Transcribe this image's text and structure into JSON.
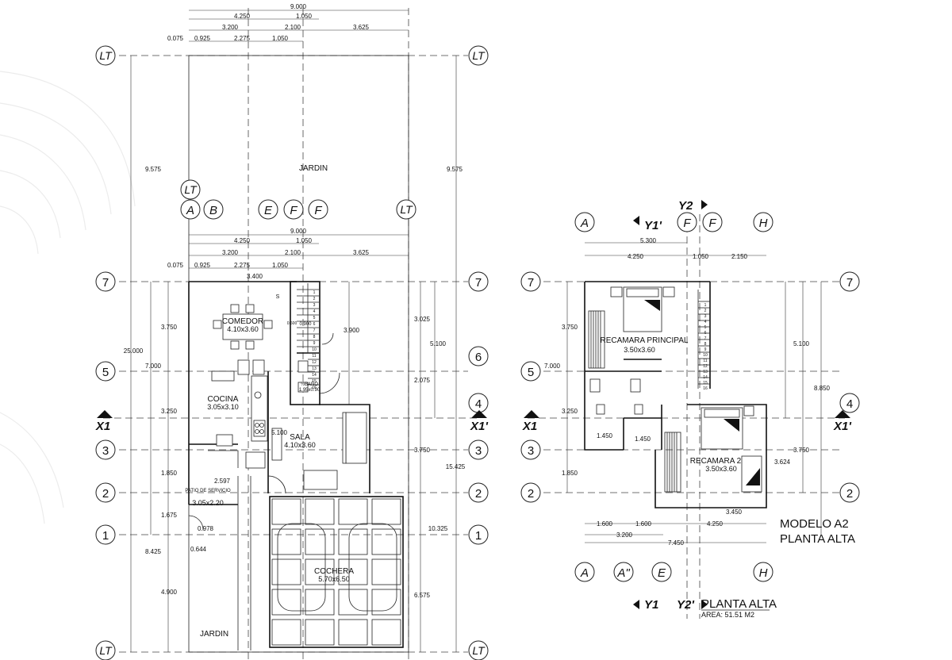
{
  "rooms": {
    "jardin_top": "JARDIN",
    "comedor": "COMEDOR",
    "comedor_size": "4.10x3.60",
    "cocina": "COCINA",
    "cocina_size": "3.05x3.10",
    "sala": "SALA",
    "sala_size": "4.10x3.60",
    "bano": "½BAÑO",
    "bano_size": "1.95x0.90",
    "patio": "PATIO DE SERVICIO",
    "patio_size": "3.05x2.20",
    "cochera": "COCHERA",
    "cochera_size": "5.70x6.50",
    "jardin_bottom": "JARDIN",
    "recamara_principal": "RECAMARA PRINCIPAL",
    "recamara_principal_size": "3.50x3.60",
    "recamara2": "RECAMARA 2",
    "recamara2_size": "3.50x3.60"
  },
  "axes": {
    "lt": "LT",
    "a": "A",
    "a2": "A\"",
    "b": "B",
    "e": "E",
    "f": "F",
    "h": "H",
    "n1": "1",
    "n2": "2",
    "n3": "3",
    "n4": "4",
    "n5": "5",
    "n6": "6",
    "n7": "7",
    "x1": "X1",
    "x1p": "X1'",
    "y1": "Y1",
    "y1p": "Y1'",
    "y2": "Y2",
    "y2p": "Y2'"
  },
  "dims": {
    "d9000": "9.000",
    "d4250": "4.250",
    "d1050": "1.050",
    "d3200": "3.200",
    "d2100": "2.100",
    "d3625": "3.625",
    "d0075": "0.075",
    "d0925": "0.925",
    "d2275": "2.275",
    "d9575": "9.575",
    "d3400": "3.400",
    "d3750": "3.750",
    "d25000": "25.000",
    "d7000": "7.000",
    "d3250": "3.250",
    "d1850": "1.850",
    "d1675": "1.675",
    "d8425": "8.425",
    "d4900": "4.900",
    "d3900": "3.900",
    "d3025": "3.025",
    "d5100": "5.100",
    "d2075": "2.075",
    "d15425": "15.425",
    "d10325": "10.325",
    "d6575": "6.575",
    "d2597": "2.597",
    "d0978": "0.978",
    "d0644": "0.644",
    "d5300": "5.300",
    "d2150": "2.150",
    "d8850": "8.850",
    "d1450": "1.450",
    "d3624": "3.624",
    "d3450": "3.450",
    "d1600": "1.600",
    "d7450": "7.450",
    "d0600": "0.600",
    "d0900": "0.900"
  },
  "stairs": {
    "s": "S",
    "steps": [
      "1",
      "2",
      "3",
      "4",
      "5",
      "6",
      "7",
      "8",
      "9",
      "10",
      "11",
      "12",
      "13",
      "14",
      "15",
      "16"
    ]
  },
  "title_block": {
    "model": "MODELO A2",
    "floor": "PLANTA ALTA",
    "label": "PLANTA ALTA",
    "area": "AREA: 51.51 M2"
  }
}
